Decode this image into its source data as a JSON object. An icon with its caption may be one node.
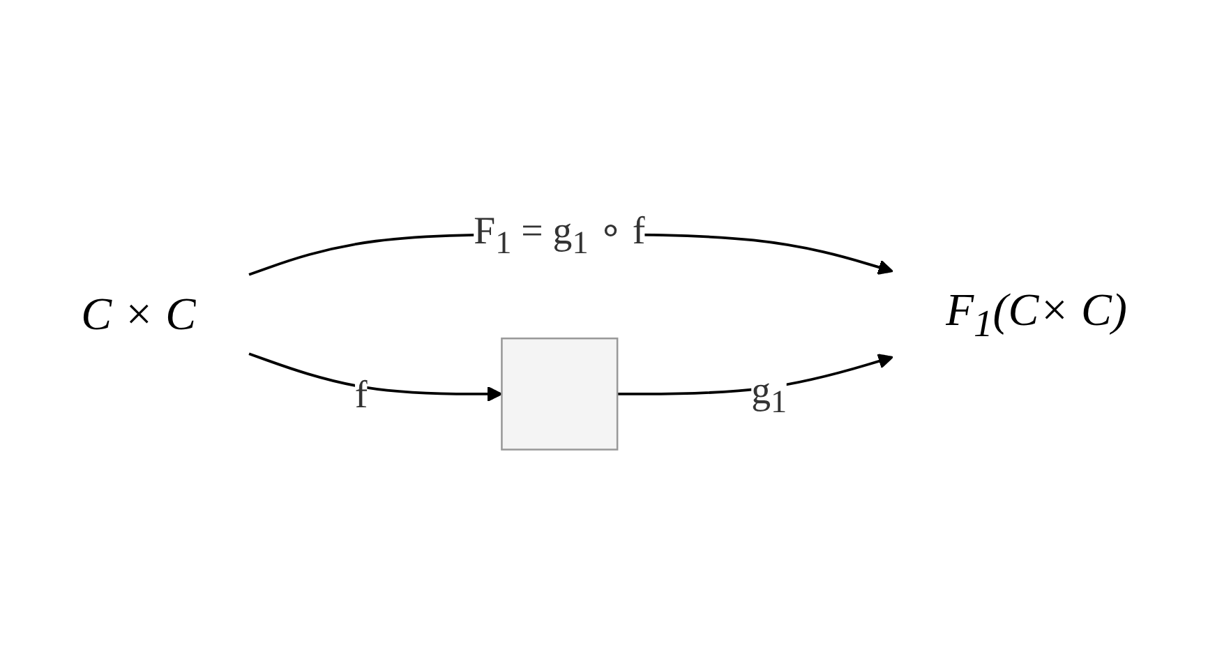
{
  "diagram": {
    "nodes": [
      {
        "text": [
          "C × C"
        ]
      },
      {
        "text": [],
        "shape": "box"
      },
      {
        "text": [
          "F$_{1}$(C× C)"
        ]
      }
    ],
    "edges": [
      {
        "from": 0,
        "to": 2,
        "arrow": "to",
        "label": "F$_{1}$ = g$_{1}$ ∘ f"
      },
      {
        "from": 0,
        "to": 1,
        "arrow": "to",
        "label": "f"
      },
      {
        "from": 1,
        "to": 2,
        "arrow": "to",
        "label": "g$_{1}$"
      }
    ]
  }
}
